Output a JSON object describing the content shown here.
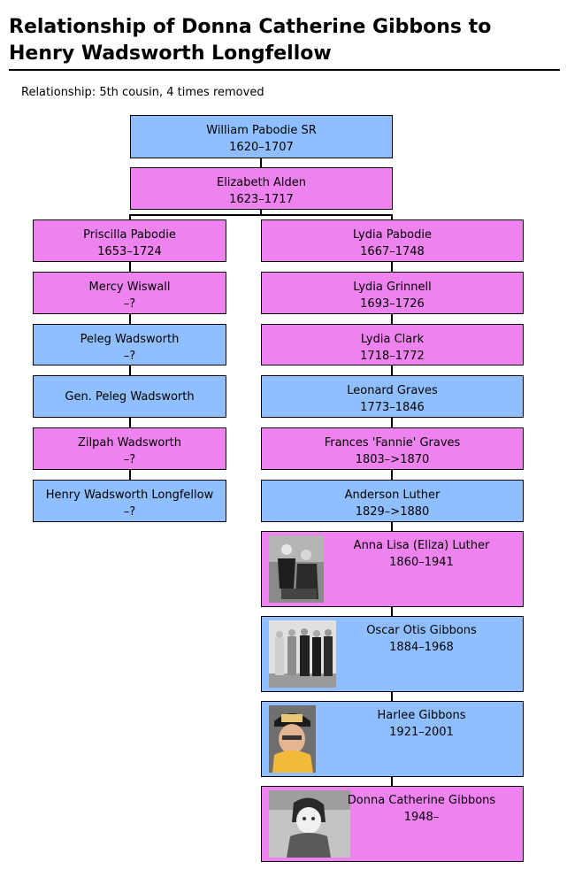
{
  "title": "Relationship of Donna Catherine Gibbons to Henry Wadsworth Longfellow",
  "relationship": "Relationship: 5th cousin, 4 times removed",
  "common_ancestors": [
    {
      "name": "William Pabodie SR",
      "dates": "1620–1707"
    },
    {
      "name": "Elizabeth Alden",
      "dates": "1623–1717"
    }
  ],
  "left_line": [
    {
      "name": "Priscilla Pabodie",
      "dates": "1653–1724"
    },
    {
      "name": "Mercy Wiswall",
      "dates": "–?"
    },
    {
      "name": "Peleg Wadsworth",
      "dates": "–?"
    },
    {
      "name": "Gen. Peleg Wadsworth",
      "dates": ""
    },
    {
      "name": "Zilpah Wadsworth",
      "dates": "–?"
    },
    {
      "name": "Henry Wadsworth Longfellow",
      "dates": "–?"
    }
  ],
  "right_line": [
    {
      "name": "Lydia Pabodie",
      "dates": "1667–1748"
    },
    {
      "name": "Lydia Grinnell",
      "dates": "1693–1726"
    },
    {
      "name": "Lydia Clark",
      "dates": "1718–1772"
    },
    {
      "name": "Leonard Graves",
      "dates": "1773–1846"
    },
    {
      "name": "Frances 'Fannie' Graves",
      "dates": "1803–>1870"
    },
    {
      "name": "Anderson Luther",
      "dates": "1829–>1880"
    },
    {
      "name": "Anna Lisa (Eliza) Luther",
      "dates": "1860–1941"
    },
    {
      "name": "Oscar Otis Gibbons",
      "dates": "1884–1968"
    },
    {
      "name": "Harlee Gibbons",
      "dates": "1921–2001"
    },
    {
      "name": "Donna Catherine Gibbons",
      "dates": "1948–"
    }
  ],
  "colors": {
    "male": "#8fbffe",
    "female": "#ee82ee",
    "line": "#000000"
  }
}
